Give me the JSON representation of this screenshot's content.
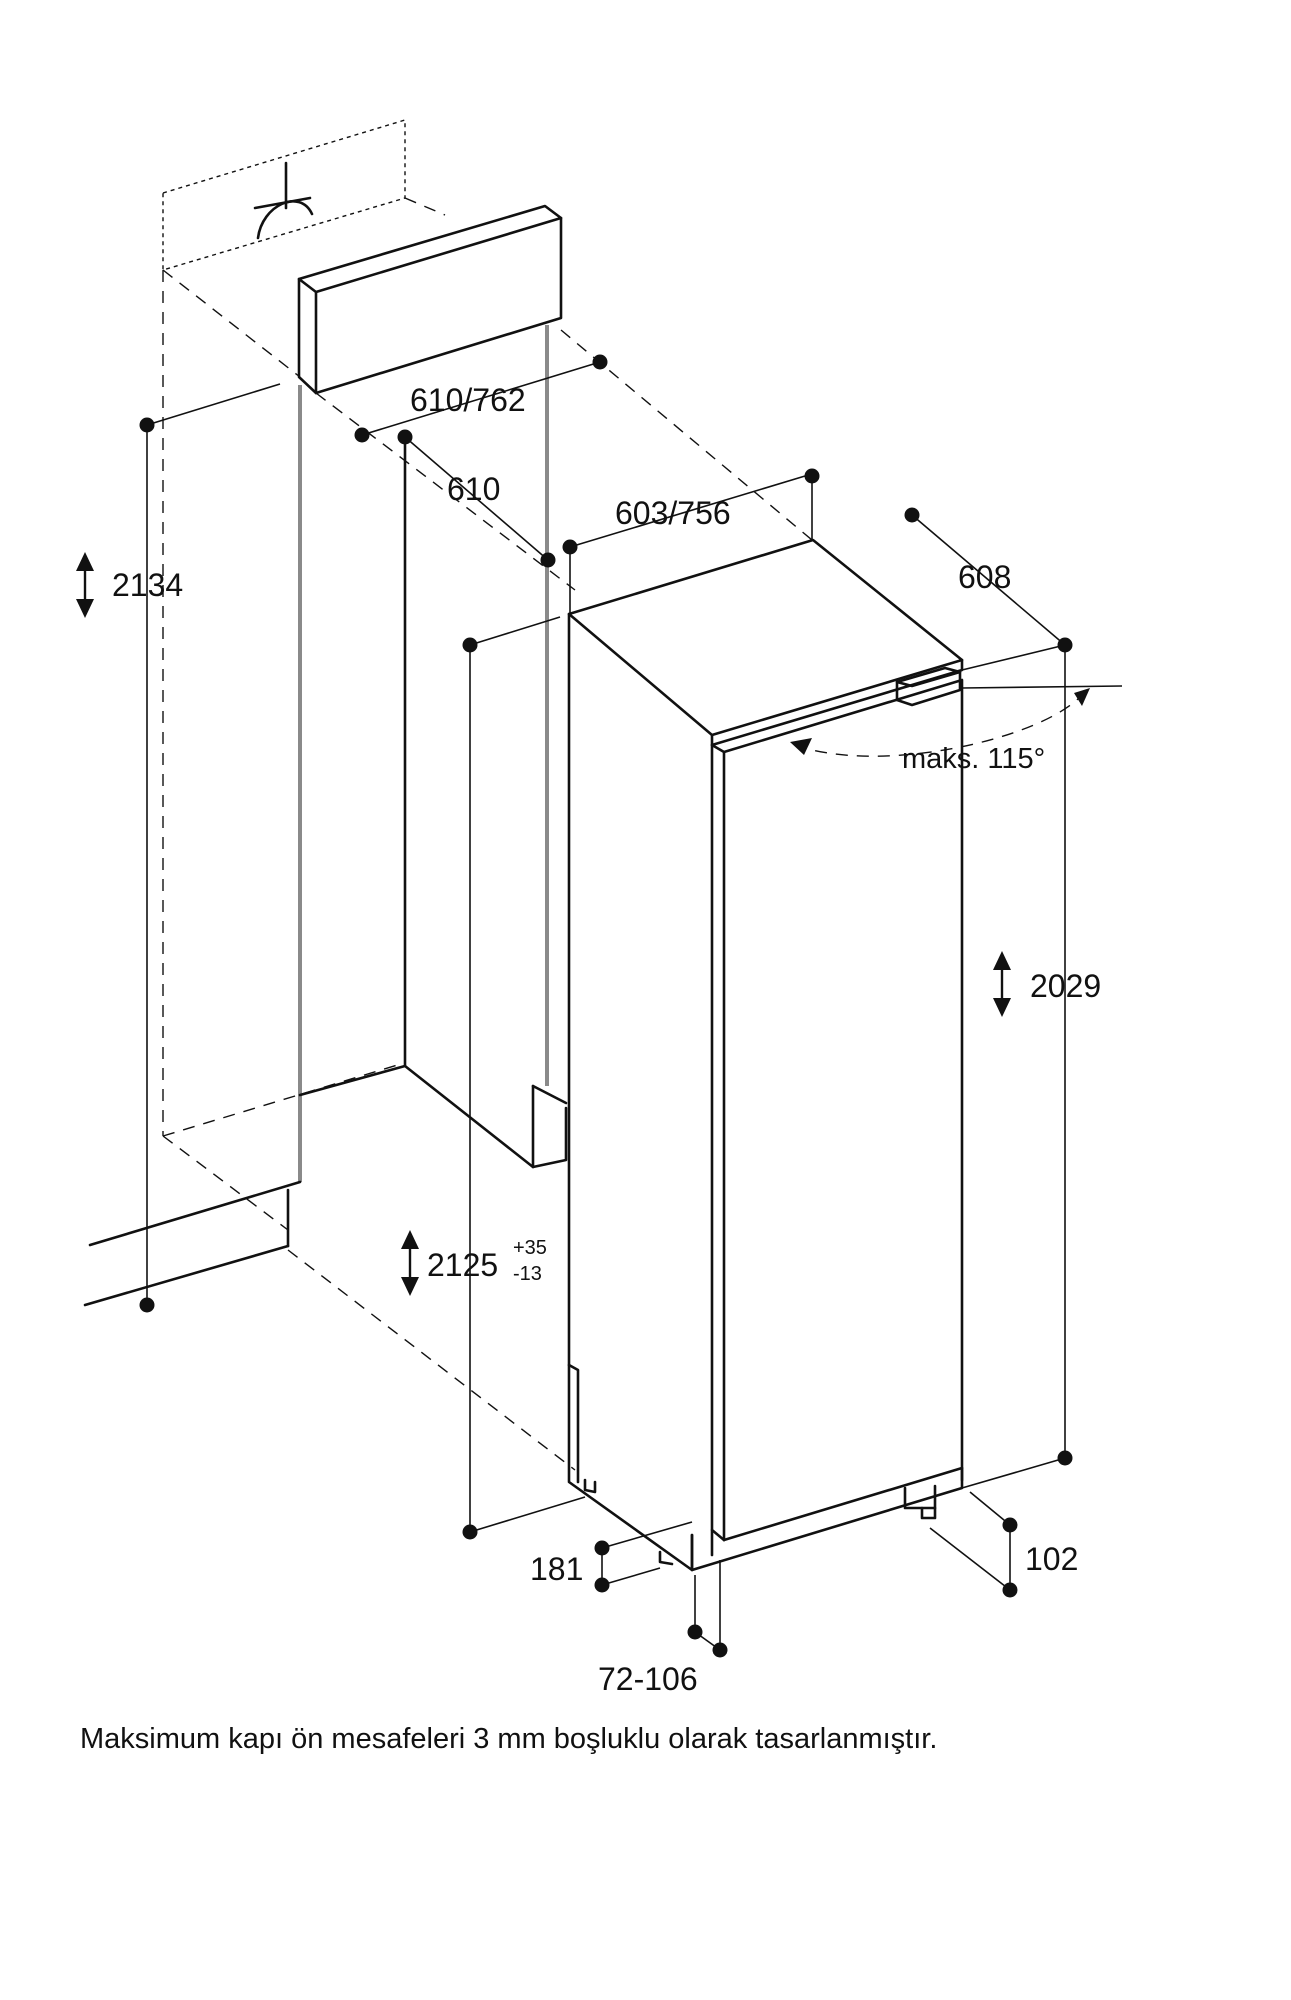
{
  "dimensions": {
    "niche_height": "2134",
    "niche_width": "610/762",
    "niche_depth": "610",
    "appliance_width": "603/756",
    "appliance_depth": "608",
    "door_angle": "maks. 115°",
    "appliance_height": "2029",
    "installation_height": "2125",
    "installation_tolerance_plus": "+35",
    "installation_tolerance_minus": "-13",
    "plinth_height": "181",
    "foot_depth": "102",
    "plinth_depth": "72-106"
  },
  "caption": "Maksimum kapı ön mesafeleri 3 mm boşluklu olarak tasarlanmıştır."
}
